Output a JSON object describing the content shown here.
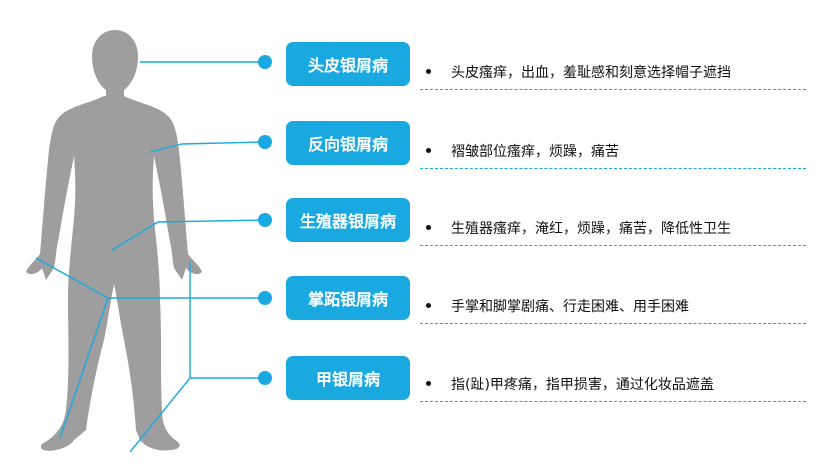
{
  "colors": {
    "accent": "#1aa8e0",
    "figure": "#9e9e9e",
    "text": "#111111"
  },
  "items": [
    {
      "label": "头皮银屑病",
      "desc": "头皮瘙痒，出血，羞耻感和刻意选择帽子遮挡"
    },
    {
      "label": "反向银屑病",
      "desc": "褶皱部位瘙痒，烦躁，痛苦"
    },
    {
      "label": "生殖器银屑病",
      "desc": "生殖器瘙痒，淹红，烦躁，痛苦，降低性卫生"
    },
    {
      "label": "掌跖银屑病",
      "desc": "手掌和脚掌剧痛、行走困难、用手困难"
    },
    {
      "label": "甲银屑病",
      "desc": "指(趾)甲疼痛，指甲损害，通过化妆品遮盖"
    }
  ]
}
